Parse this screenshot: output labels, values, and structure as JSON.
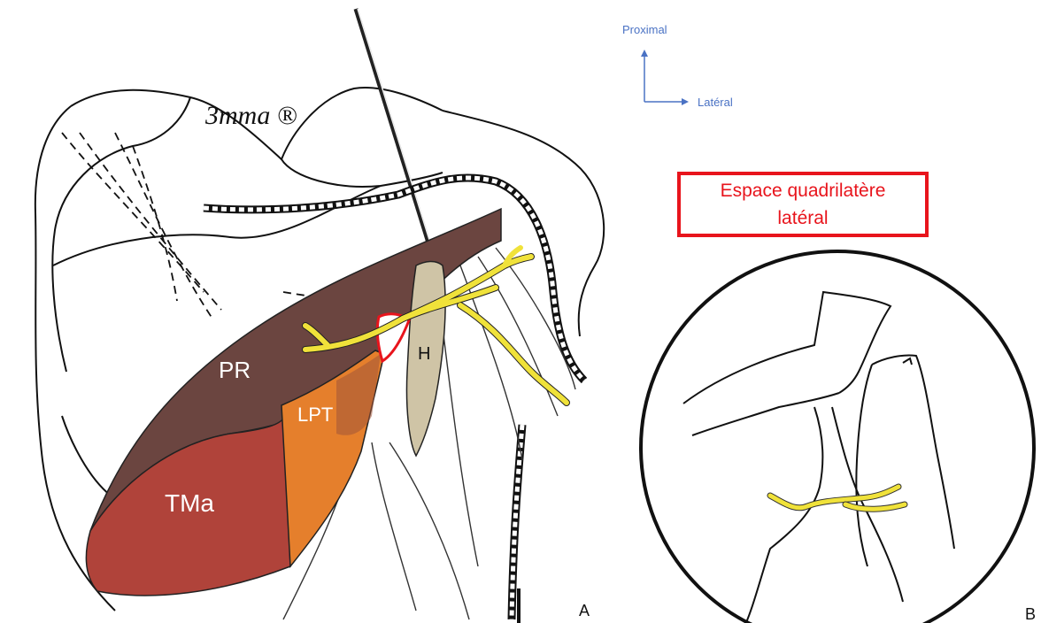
{
  "logo_text": "3mma ®",
  "orientation": {
    "up": "Proximal",
    "right": "Latéral"
  },
  "box_title": {
    "line1": "Espace quadrilatère",
    "line2": "latéral"
  },
  "labels": {
    "pr": "PR",
    "lpt": "LPT",
    "tma": "TMa",
    "h": "H"
  },
  "panel_letters": {
    "a": "A",
    "b": "B"
  },
  "colors": {
    "pr_muscle": "#6b4540",
    "tma_muscle": "#b0433a",
    "lpt_muscle": "#e57f2c",
    "humerus": "#cfc4a6",
    "nerve": "#f0e23a",
    "box_red": "#e8141c",
    "axis_blue": "#4a72c4"
  }
}
